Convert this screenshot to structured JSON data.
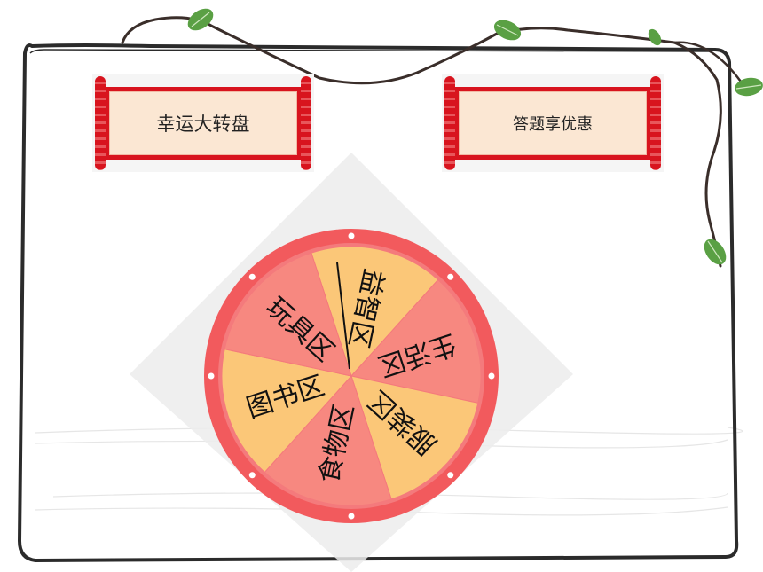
{
  "headers": {
    "left": "幸运大转盘",
    "right": "答题享优惠"
  },
  "wheel": {
    "segments": [
      {
        "label": "益智区",
        "color": "#fbc778"
      },
      {
        "label": "生活区",
        "color": "#f78880"
      },
      {
        "label": "服装区",
        "color": "#fbc778"
      },
      {
        "label": "食物区",
        "color": "#f78880"
      },
      {
        "label": "图书区",
        "color": "#fbc778"
      },
      {
        "label": "玩具区",
        "color": "#f78880"
      }
    ],
    "rim_color": "#f25a5d",
    "pointer_color": "#111111"
  },
  "colors": {
    "board_stroke": "#2b2b2b",
    "vine": "#3a2e2a",
    "leaf": "#5aa044"
  }
}
